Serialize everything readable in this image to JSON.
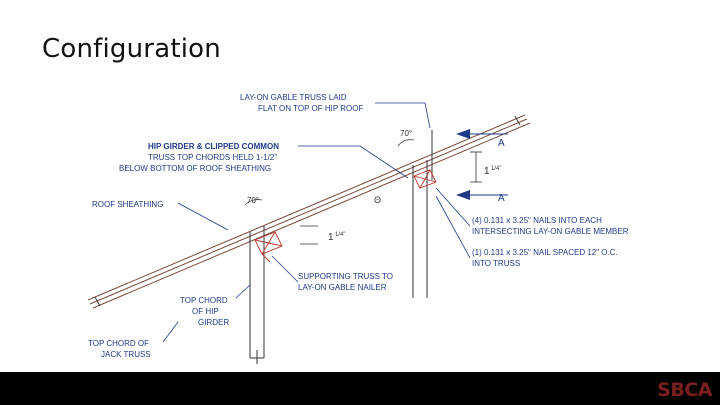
{
  "slide": {
    "title": "Configuration"
  },
  "drawing": {
    "labels": {
      "layon": [
        "LAY-ON GABLE TRUSS LAID",
        "FLAT ON TOP OF HIP ROOF"
      ],
      "hip_girder": [
        "HIP GIRDER & CLIPPED COMMON",
        "TRUSS TOP CHORDS HELD 1-1/2\"",
        "BELOW BOTTOM OF ROOF SHEATHING"
      ],
      "roof_sheathing": "ROOF SHEATHING",
      "nails_each": [
        "(4) 0.131 x 3.25\" NAILS INTO EACH",
        "INTERSECTING LAY-ON GABLE MEMBER"
      ],
      "nail_spaced": [
        "(1) 0.131 x 3.25\" NAIL SPACED 12\" O.C.",
        "INTO TRUSS"
      ],
      "supporting": [
        "SUPPORTING TRUSS TO",
        "LAY-ON GABLE NAILER"
      ],
      "top_chord_hip": [
        "TOP CHORD",
        "OF HIP",
        "GIRDER"
      ],
      "top_chord_jack": [
        "TOP CHORD OF",
        "JACK TRUSS"
      ],
      "angle_upper": "70°",
      "angle_lower": "70°",
      "section_a_top": "A",
      "section_a_bottom": "A",
      "dim_upper_whole": "1",
      "dim_upper_frac": "1/4\"",
      "dim_lower_whole": "1",
      "dim_lower_frac": "1/4\"",
      "theta": "Θ"
    }
  },
  "footer": {
    "logo": "SBCA"
  }
}
